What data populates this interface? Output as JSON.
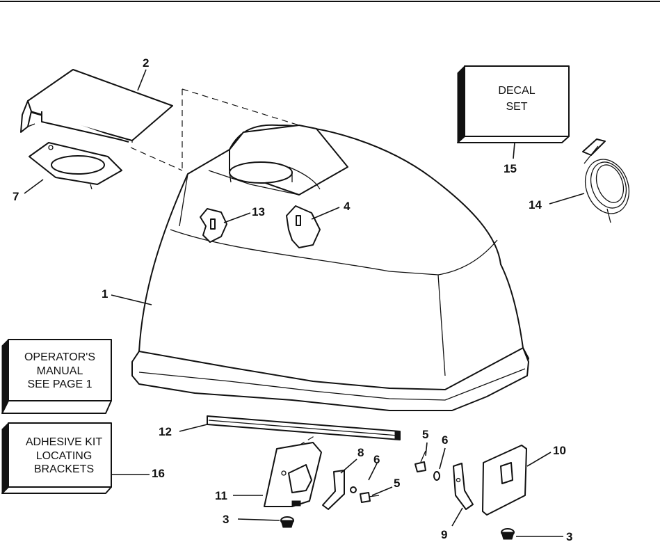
{
  "callouts": {
    "c1": "1",
    "c2": "2",
    "c3a": "3",
    "c3b": "3",
    "c4": "4",
    "c5a": "5",
    "c5b": "5",
    "c6a": "6",
    "c6b": "6",
    "c7": "7",
    "c8": "8",
    "c9": "9",
    "c10": "10",
    "c11": "11",
    "c12": "12",
    "c13": "13",
    "c14": "14",
    "c15": "15",
    "c16": "16"
  },
  "boxes": {
    "decal": [
      "DECAL",
      "SET"
    ],
    "manual": [
      "OPERATOR'S",
      "MANUAL",
      "SEE PAGE 1"
    ],
    "adhesive": [
      "ADHESIVE KIT",
      "LOCATING",
      "BRACKETS"
    ]
  }
}
